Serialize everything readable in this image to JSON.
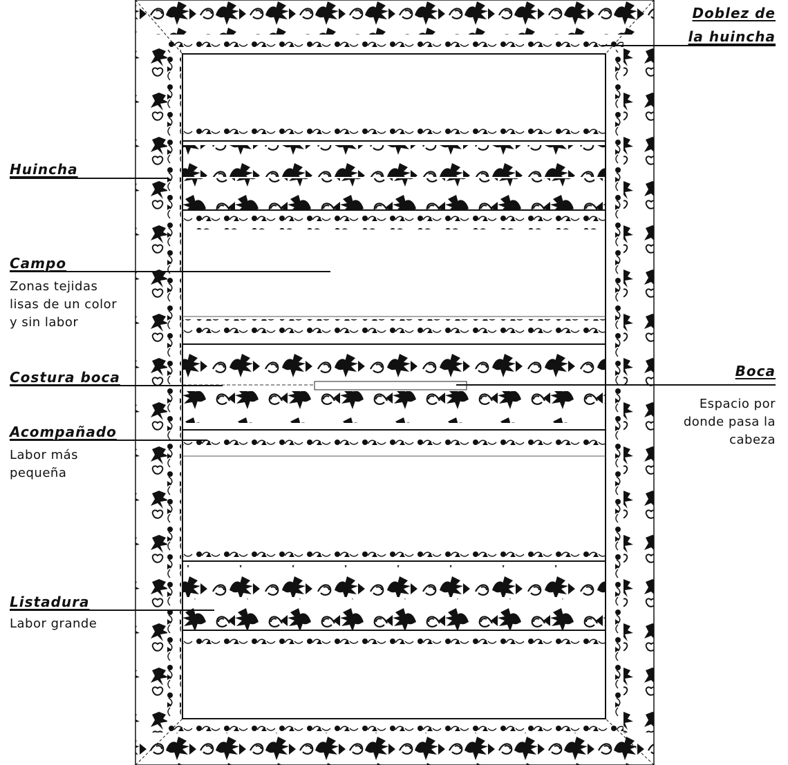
{
  "labels": {
    "doblez_line1": "Doblez de",
    "doblez_line2": "la huincha",
    "huincha": "Huincha",
    "campo": "Campo",
    "campo_desc": "Zonas tejidas\nlisas de un color\ny sin labor",
    "costura_boca": "Costura boca",
    "acompanado": "Acompañado",
    "acompanado_desc": "Labor más\npequeña",
    "listadura": "Listadura",
    "listadura_desc": "Labor grande",
    "boca": "Boca",
    "boca_desc": "Espacio por\ndonde pasa la\ncabeza"
  },
  "colors": {
    "ink": "#111111",
    "background": "#ffffff",
    "thin_line": "#555555"
  },
  "icons": {
    "border_motif": "stylized-flower-and-bird-pattern",
    "row_motif": "bird-and-leaf-pattern",
    "vine_motif": "rose-vine-pattern"
  }
}
